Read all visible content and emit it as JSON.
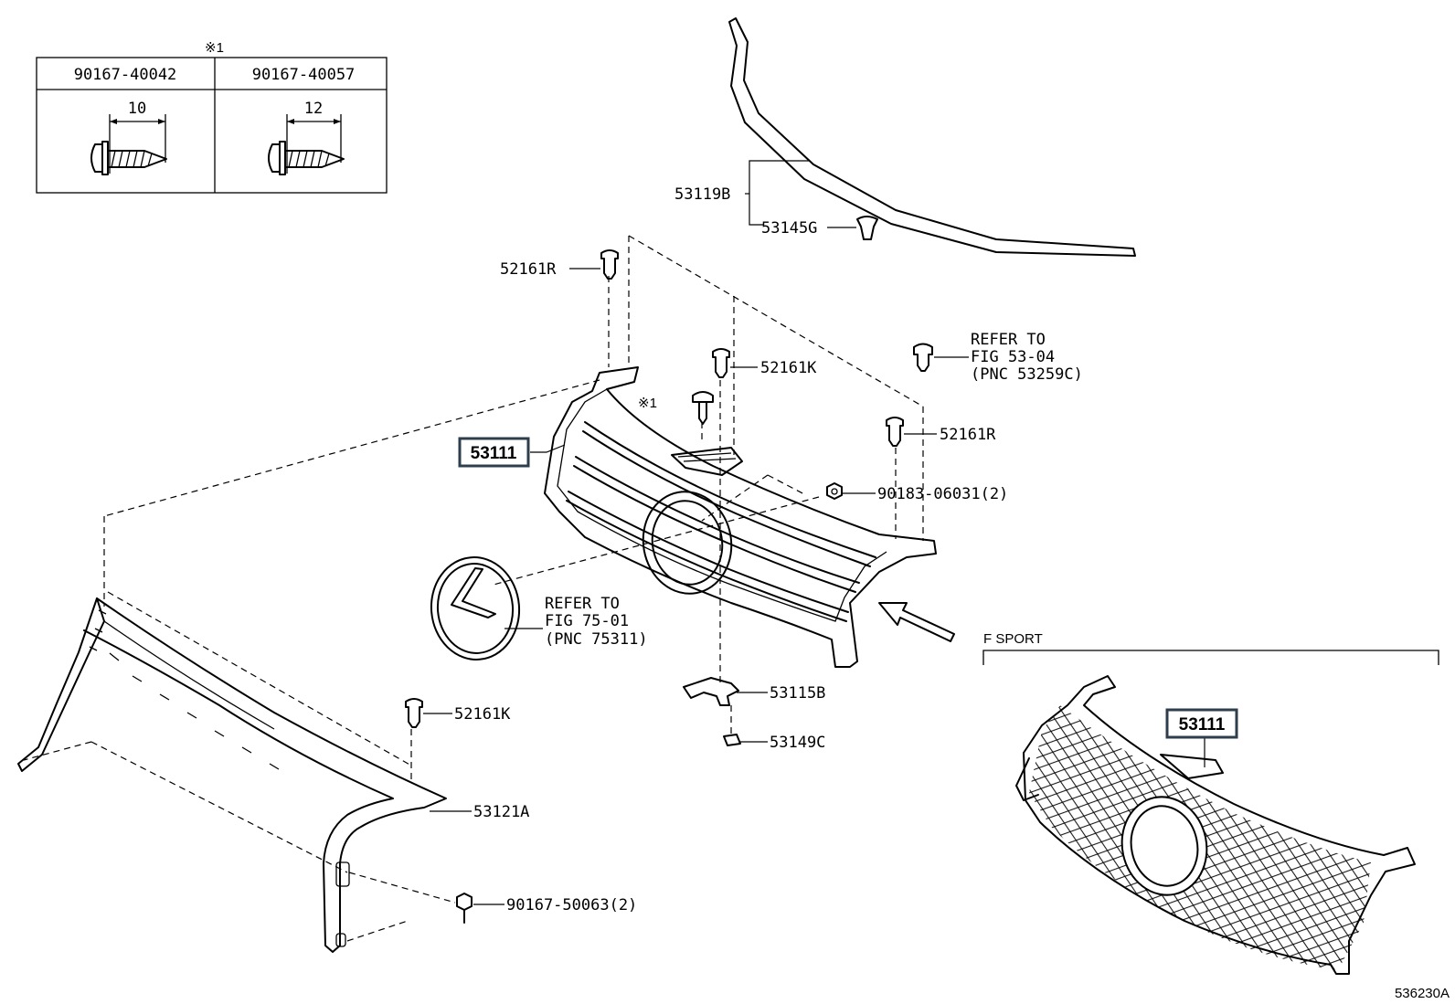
{
  "note_mark": "※1",
  "note_table": {
    "col1_part": "90167-40042",
    "col1_length": "10",
    "col2_part": "90167-40057",
    "col2_length": "12"
  },
  "callouts": {
    "c53119B": "53119B",
    "c53145G": "53145G",
    "c52161R_top": "52161R",
    "c52161K_top": "52161K",
    "c_note_screw": "※1",
    "c52161R_right": "52161R",
    "c53111_main": "53111",
    "c90183": "90183-06031(2)",
    "c52161K_low": "52161K",
    "c53115B": "53115B",
    "c53149C": "53149C",
    "c53121A": "53121A",
    "c90167_50063": "90167-50063(2)",
    "c53111_fsport": "53111"
  },
  "refer_top": [
    "REFER TO",
    "FIG 53-04",
    "(PNC 53259C)"
  ],
  "refer_emblem": [
    "REFER TO",
    "FIG 75-01",
    "(PNC 75311)"
  ],
  "fsport_label": "F SPORT",
  "drawing_number": "536230A",
  "colors": {
    "highlight_box": "#2e3e4c",
    "ink": "#000000"
  }
}
